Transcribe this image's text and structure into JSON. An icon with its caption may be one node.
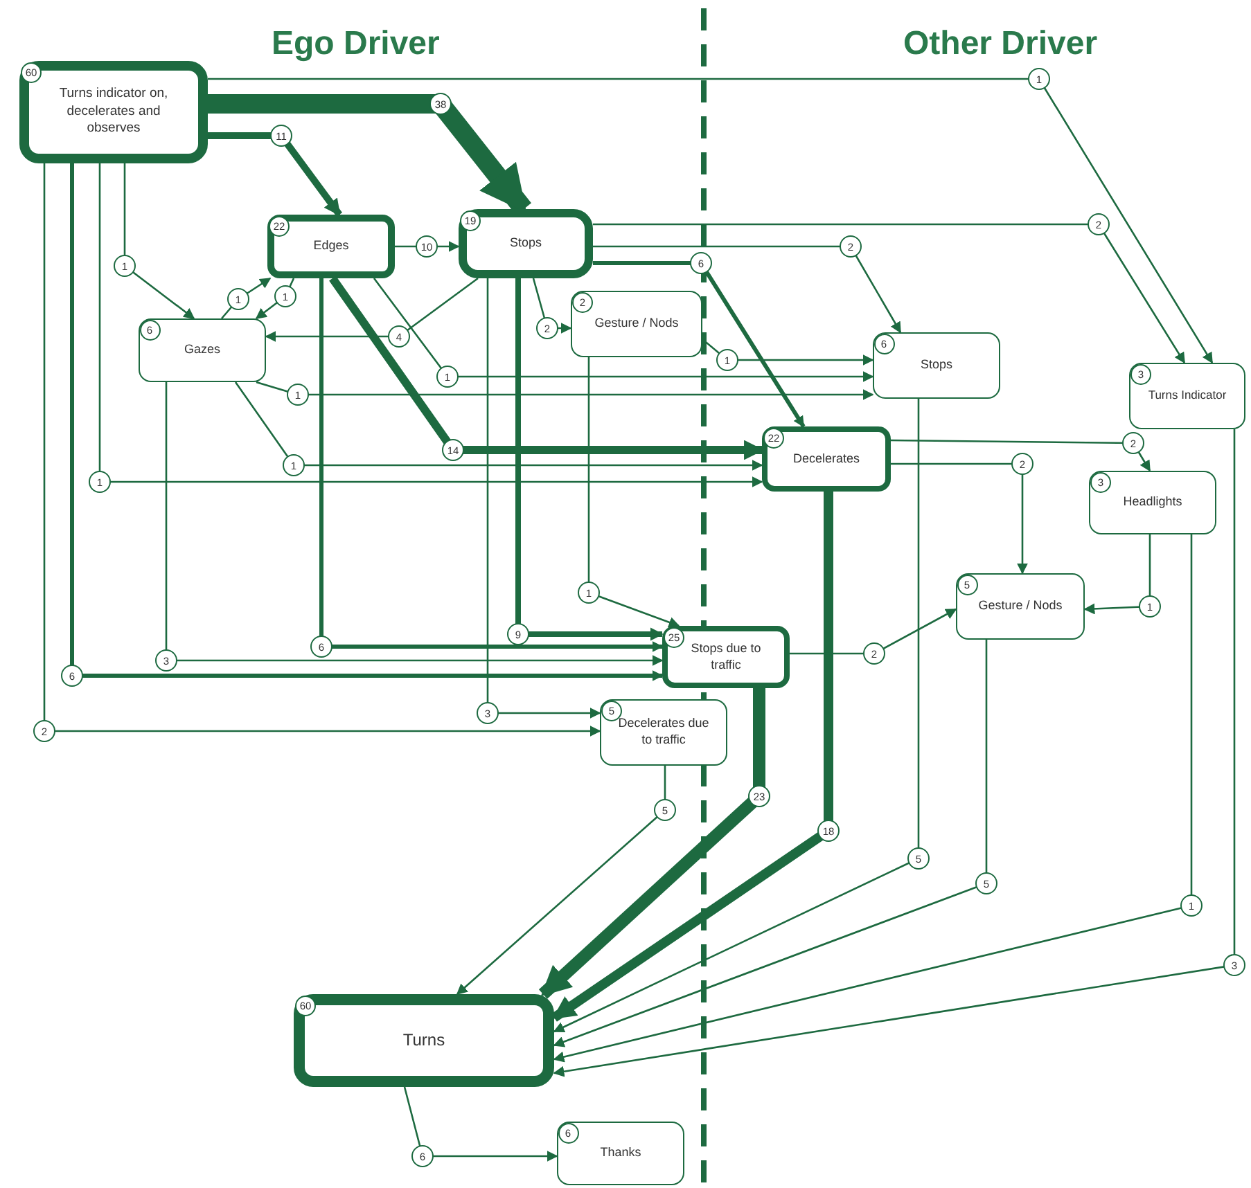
{
  "diagram": {
    "nodes": [
      {
        "text": [
          "60",
          "Turns indicator on, decelerates and observes"
        ]
      },
      {
        "text": [
          "22",
          "Edges"
        ]
      },
      {
        "text": [
          "19",
          "Stops"
        ]
      },
      {
        "text": [
          "6",
          "Gazes"
        ]
      },
      {
        "text": [
          "2",
          "Gesture / Nods"
        ]
      },
      {
        "text": [
          "6",
          "Stops"
        ]
      },
      {
        "text": [
          "3",
          "Turns Indicator"
        ]
      },
      {
        "text": [
          "22",
          "Decelerates"
        ]
      },
      {
        "text": [
          "3",
          "Headlights"
        ]
      },
      {
        "text": [
          "5",
          "Gesture / Nods"
        ]
      },
      {
        "text": [
          "25",
          "Stops due to traffic"
        ]
      },
      {
        "text": [
          "5",
          "Decelerates due to traffic"
        ]
      },
      {
        "text": [
          "60",
          "Turns"
        ]
      },
      {
        "text": [
          "6",
          "Thanks"
        ]
      }
    ],
    "edges": [
      {
        "from": 0,
        "to": 2,
        "arrow": "to",
        "label": "38",
        "style": "thick"
      },
      {
        "from": 0,
        "to": 1,
        "arrow": "to",
        "label": "11",
        "style": "thick"
      },
      {
        "from": 0,
        "to": 6,
        "arrow": "to",
        "label": "1"
      },
      {
        "from": 0,
        "to": 3,
        "arrow": "to",
        "label": "1"
      },
      {
        "from": 0,
        "to": 7,
        "arrow": "to",
        "label": "1"
      },
      {
        "from": 0,
        "to": 10,
        "arrow": "to",
        "label": "6",
        "style": "thick"
      },
      {
        "from": 0,
        "to": 11,
        "arrow": "to",
        "label": "2"
      },
      {
        "from": 1,
        "to": 2,
        "arrow": "to",
        "label": "10"
      },
      {
        "from": 1,
        "to": 7,
        "arrow": "to",
        "label": "14",
        "style": "thick"
      },
      {
        "from": 1,
        "to": 10,
        "arrow": "to",
        "label": "6",
        "style": "thick"
      },
      {
        "from": 3,
        "to": 1,
        "arrow": "to",
        "label": "1"
      },
      {
        "from": 1,
        "to": 3,
        "arrow": "to",
        "label": "1"
      },
      {
        "from": 1,
        "to": 5,
        "arrow": "to",
        "label": "1"
      },
      {
        "from": 2,
        "to": 4,
        "arrow": "to",
        "label": "2"
      },
      {
        "from": 2,
        "to": 3,
        "arrow": "to",
        "label": "4"
      },
      {
        "from": 2,
        "to": 10,
        "arrow": "to",
        "label": "9",
        "style": "thick"
      },
      {
        "from": 2,
        "to": 11,
        "arrow": "to",
        "label": "3"
      },
      {
        "from": 2,
        "to": 7,
        "arrow": "to",
        "label": "6",
        "style": "thick"
      },
      {
        "from": 2,
        "to": 5,
        "arrow": "to",
        "label": "2"
      },
      {
        "from": 2,
        "to": 6,
        "arrow": "to",
        "label": "2"
      },
      {
        "from": 3,
        "to": 5,
        "arrow": "to",
        "label": "1"
      },
      {
        "from": 3,
        "to": 7,
        "arrow": "to",
        "label": "1"
      },
      {
        "from": 3,
        "to": 10,
        "arrow": "to",
        "label": "3"
      },
      {
        "from": 4,
        "to": 5,
        "arrow": "to",
        "label": "1"
      },
      {
        "from": 4,
        "to": 10,
        "arrow": "to",
        "label": "1"
      },
      {
        "from": 7,
        "to": 12,
        "arrow": "to",
        "label": "18",
        "style": "thick"
      },
      {
        "from": 7,
        "to": 8,
        "arrow": "to",
        "label": "2"
      },
      {
        "from": 7,
        "to": 9,
        "arrow": "to",
        "label": "2"
      },
      {
        "from": 5,
        "to": 12,
        "arrow": "to",
        "label": "5"
      },
      {
        "from": 6,
        "to": 12,
        "arrow": "to",
        "label": "3"
      },
      {
        "from": 8,
        "to": 9,
        "arrow": "to",
        "label": "1"
      },
      {
        "from": 8,
        "to": 12,
        "arrow": "to",
        "label": "1"
      },
      {
        "from": 9,
        "to": 12,
        "arrow": "to",
        "label": "5"
      },
      {
        "from": 10,
        "to": 12,
        "arrow": "to",
        "label": "23",
        "style": "thick"
      },
      {
        "from": 10,
        "to": 9,
        "arrow": "to",
        "label": "2"
      },
      {
        "from": 11,
        "to": 12,
        "arrow": "to",
        "label": "5"
      },
      {
        "from": 12,
        "to": 13,
        "arrow": "to",
        "label": "6"
      }
    ],
    "labels": [
      "Ego Driver",
      "Other Driver"
    ]
  }
}
